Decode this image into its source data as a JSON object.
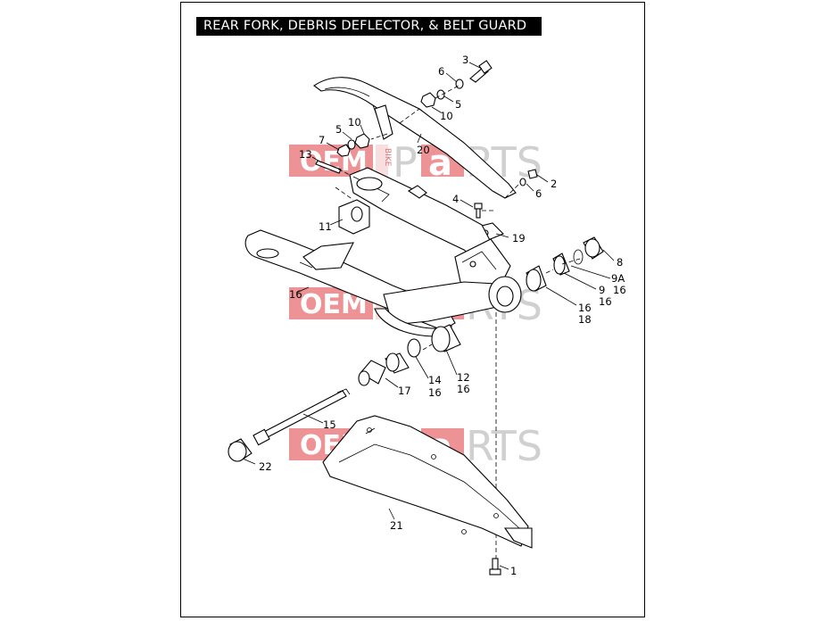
{
  "title": "REAR FORK, DEBRIS DEFLECTOR, & BELT GUARD",
  "watermark": {
    "oem": "OEM",
    "bike": "BIKE",
    "parts_p": "P",
    "parts_a": "a",
    "parts_rest": "RTS",
    "red": "#e03a3e",
    "gray": "#9a9a9a"
  },
  "callouts": [
    {
      "id": "c3",
      "text": "3"
    },
    {
      "id": "c6a",
      "text": "6"
    },
    {
      "id": "c5a",
      "text": "5"
    },
    {
      "id": "c10a",
      "text": "10"
    },
    {
      "id": "c5b",
      "text": "5"
    },
    {
      "id": "c10b",
      "text": "10"
    },
    {
      "id": "c7",
      "text": "7"
    },
    {
      "id": "c20",
      "text": "20"
    },
    {
      "id": "c13",
      "text": "13"
    },
    {
      "id": "c2",
      "text": "2"
    },
    {
      "id": "c6b",
      "text": "6"
    },
    {
      "id": "c4",
      "text": "4"
    },
    {
      "id": "c11",
      "text": "11"
    },
    {
      "id": "c19",
      "text": "19"
    },
    {
      "id": "c8",
      "text": "8"
    },
    {
      "id": "c9a",
      "text": "9A"
    },
    {
      "id": "c16a",
      "text": "16"
    },
    {
      "id": "c9",
      "text": "9"
    },
    {
      "id": "c16b",
      "text": "16"
    },
    {
      "id": "c16c",
      "text": "16"
    },
    {
      "id": "c16d",
      "text": "16"
    },
    {
      "id": "c18",
      "text": "18"
    },
    {
      "id": "c12",
      "text": "12"
    },
    {
      "id": "c16e",
      "text": "16"
    },
    {
      "id": "c14",
      "text": "14"
    },
    {
      "id": "c16f",
      "text": "16"
    },
    {
      "id": "c17",
      "text": "17"
    },
    {
      "id": "c15",
      "text": "15"
    },
    {
      "id": "c22",
      "text": "22"
    },
    {
      "id": "c21",
      "text": "21"
    },
    {
      "id": "c1",
      "text": "1"
    }
  ]
}
